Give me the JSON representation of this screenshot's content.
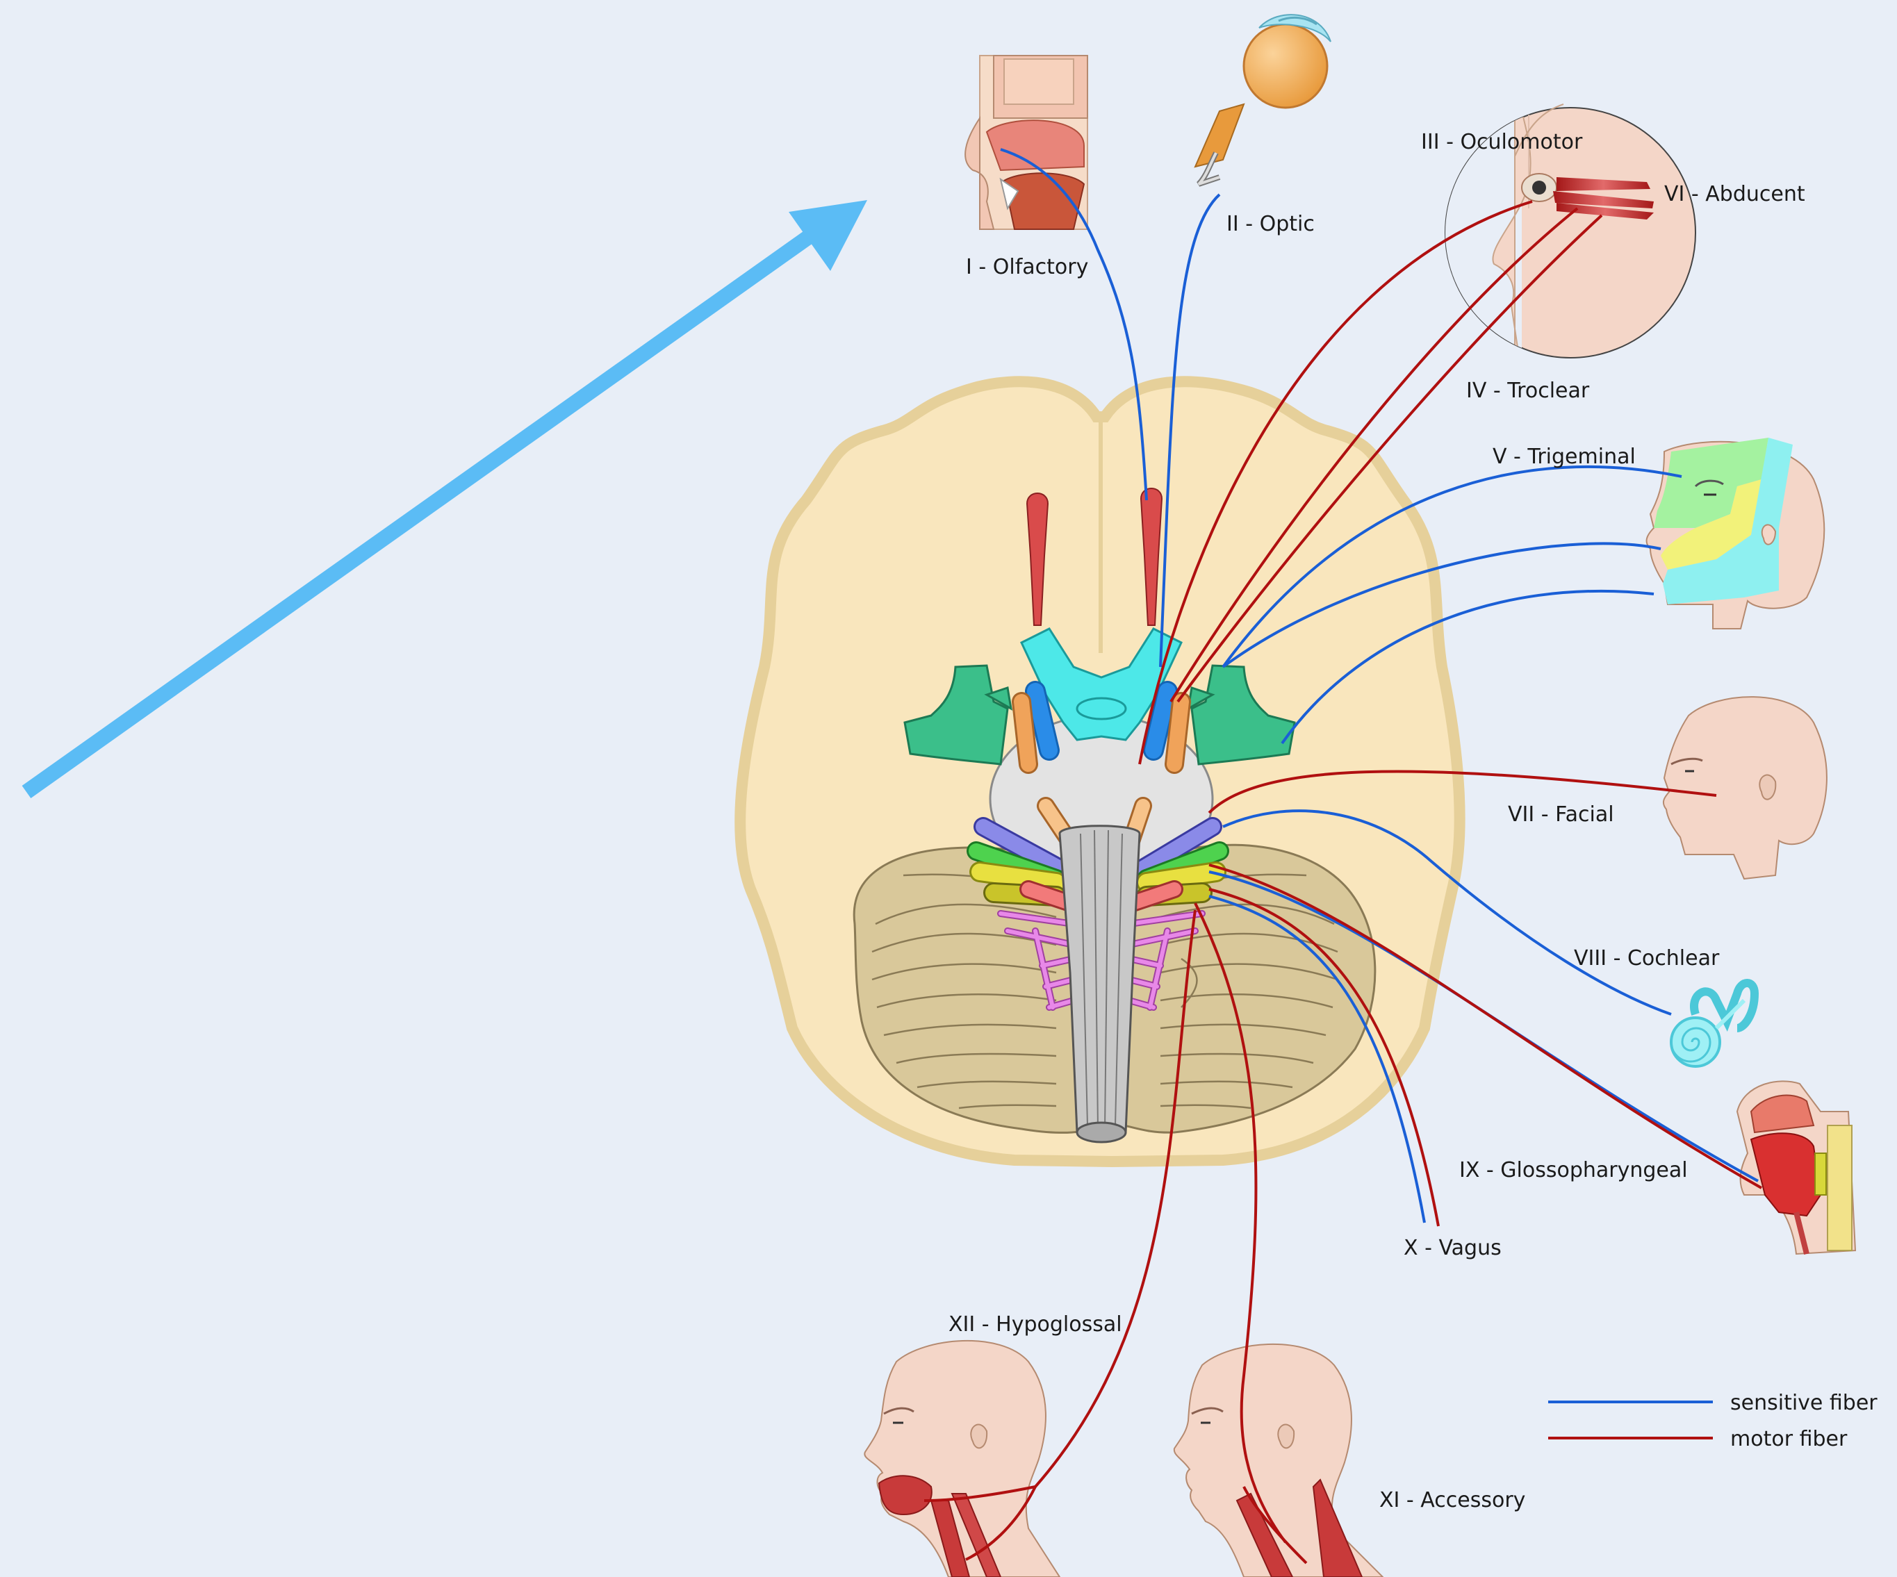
{
  "nerves": {
    "olfactory": "I - Olfactory",
    "optic": "II - Optic",
    "oculomotor": "III - Oculomotor",
    "abducent": "VI - Abducent",
    "troclear": "IV - Troclear",
    "trigeminal": "V - Trigeminal",
    "facial": "VII - Facial",
    "cochlear": "VIII - Cochlear",
    "glossopharyngeal": "IX - Glossopharyngeal",
    "vagus": "X - Vagus",
    "hypoglossal": "XII - Hypoglossal",
    "accessory": "XI - Accessory"
  },
  "legend": {
    "sensitive": "sensitive fiber",
    "motor": "motor fiber"
  },
  "colors": {
    "background": "#e8eef7",
    "sensitive_fiber": "#1a5fd6",
    "motor_fiber": "#b01010",
    "arrow": "#5bbcf5",
    "brain": "#f9e6bd",
    "brain_outline": "#e6d09a",
    "cerebellum": "#d9c89a",
    "skin": "#f4d6c8"
  }
}
